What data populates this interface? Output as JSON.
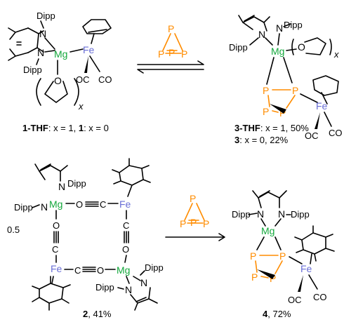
{
  "colors": {
    "mg": "#14a83c",
    "fe": "#6a6fd6",
    "p": "#ff8c00",
    "bond": "#000000"
  },
  "atoms": {
    "mg": "Mg",
    "fe": "Fe",
    "p": "P",
    "n": "N",
    "o": "O",
    "c": "C"
  },
  "labels": {
    "dipp": "Dipp",
    "x": "x",
    "oc": "OC",
    "co": "CO",
    "c_triple_o": "C≡O",
    "half": "0.5"
  },
  "captions": {
    "c1": {
      "bold": "1-THF",
      "text": ": x = 1, ",
      "bold2": "1",
      "text2": ": x = 0"
    },
    "c3a": {
      "bold": "3-THF",
      "text": ": x = 1, 50%"
    },
    "c3b": {
      "bold": "3",
      "text": ": x = 0, 22%"
    },
    "c2": {
      "bold": "2",
      "text": ", 41%"
    },
    "c4": {
      "bold": "4",
      "text": ", 72%"
    }
  }
}
